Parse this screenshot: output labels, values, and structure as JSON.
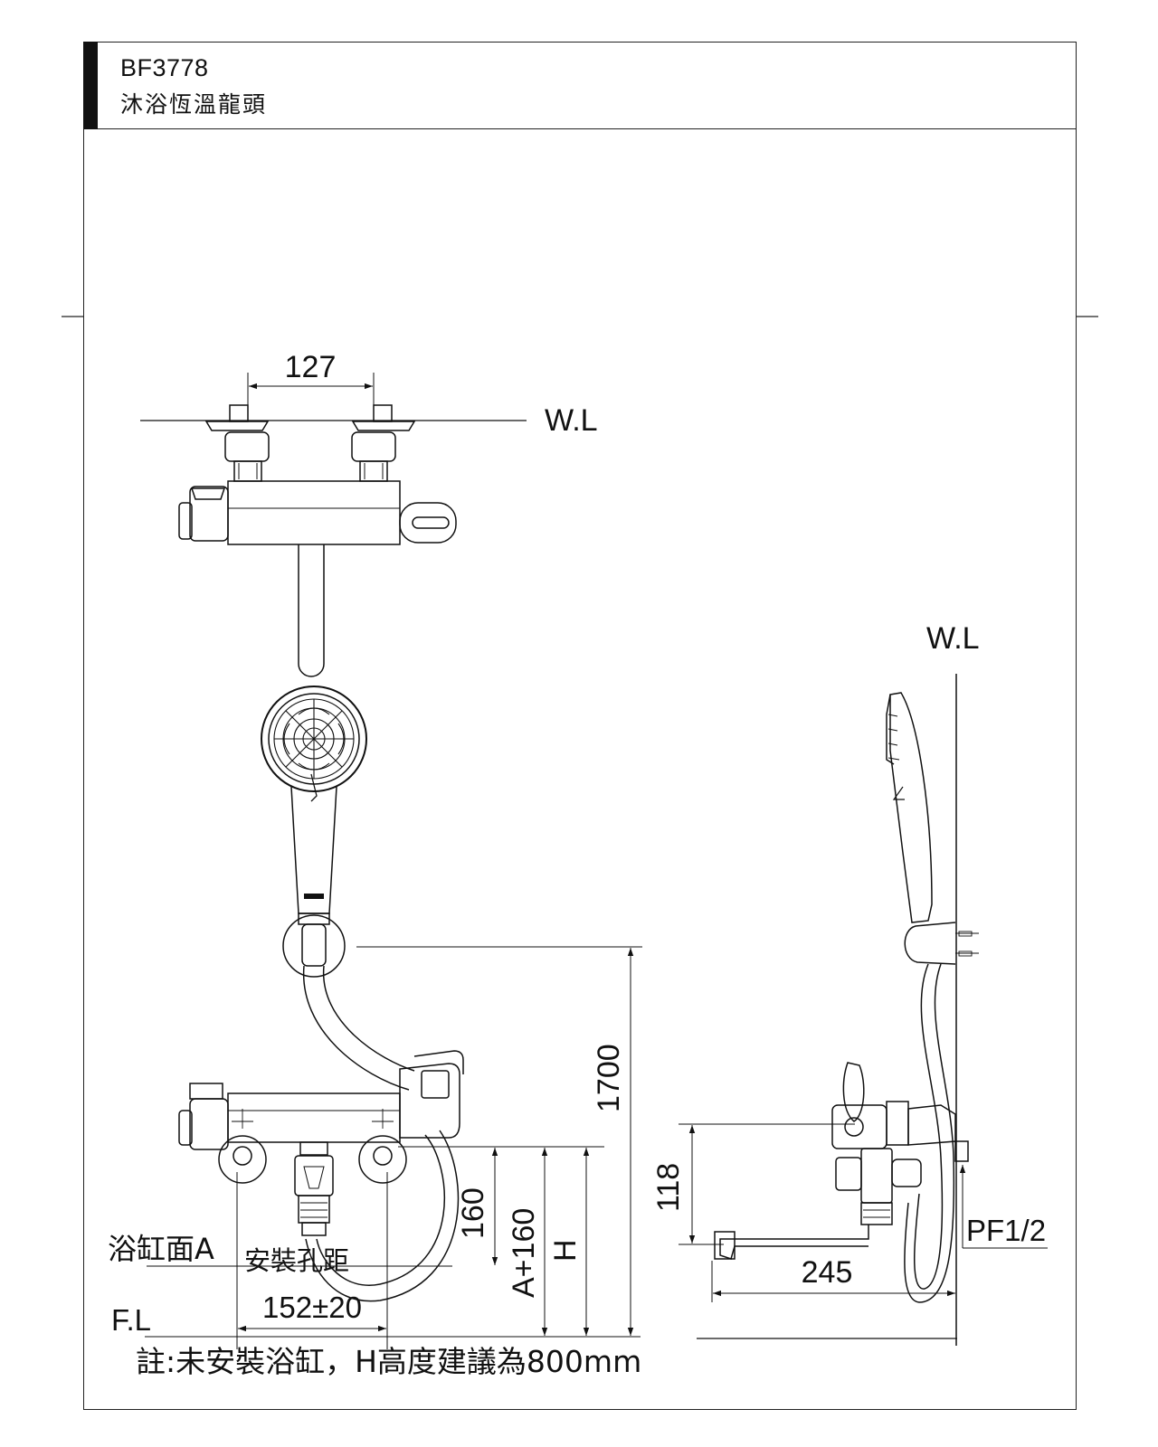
{
  "title_block": {
    "model": "BF3778",
    "product_name": "沐浴恆溫龍頭"
  },
  "drawing": {
    "top_view": {
      "inlet_spacing": "127",
      "wall_line_label": "W.L"
    },
    "side_view": {
      "wall_line_label": "W.L",
      "spout_height": "118",
      "spout_reach": "245",
      "connection_thread": "PF1/2"
    },
    "front_view": {
      "holder_height": "1700",
      "above_tub_rim": "160",
      "mount_height_formula": "A+160",
      "mount_height_symbol": "H",
      "tub_rim_label": "浴缸面A",
      "hole_spacing_label": "安裝孔距",
      "hole_spacing": "152±20",
      "floor_line_label": "F.L"
    },
    "note": "註:未安裝浴缸，H高度建議為800mm"
  }
}
